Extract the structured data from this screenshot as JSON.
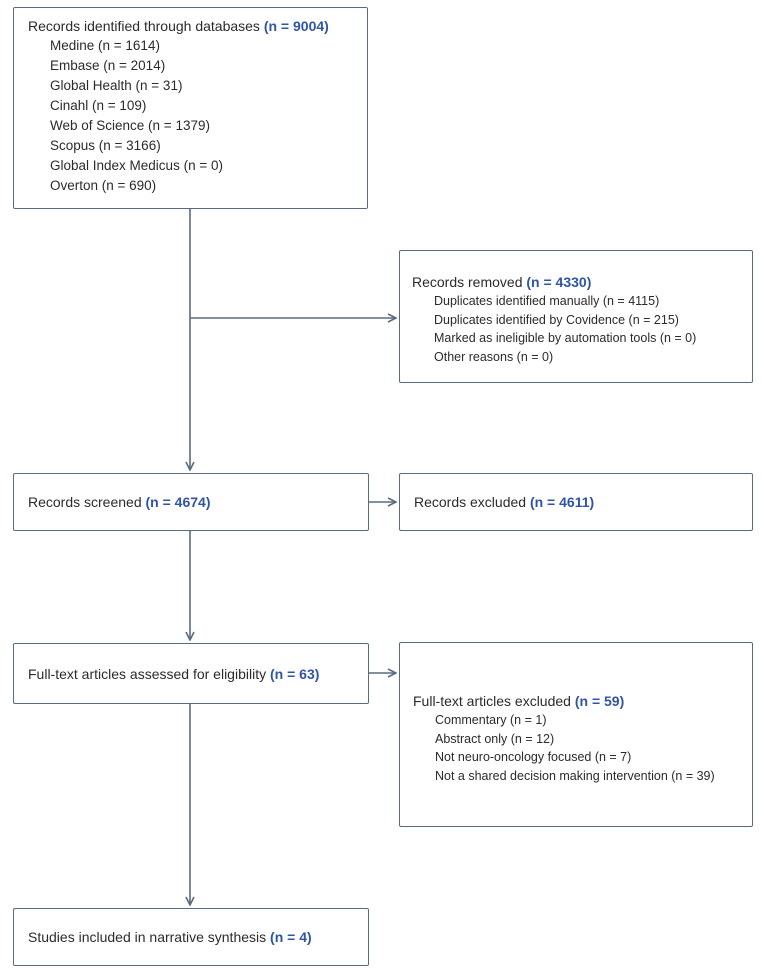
{
  "identification": {
    "title": "Records identified through databases",
    "count": "(n = 9004)",
    "sources": [
      "Medine (n = 1614)",
      "Embase (n = 2014)",
      "Global Health (n = 31)",
      "Cinahl (n = 109)",
      "Web of Science (n = 1379)",
      "Scopus (n = 3166)",
      "Global Index Medicus (n = 0)",
      "Overton (n = 690)"
    ]
  },
  "removed": {
    "title": "Records removed",
    "count": "(n = 4330)",
    "reasons": [
      "Duplicates identified manually (n = 4115)",
      "Duplicates identified by Covidence (n = 215)",
      "Marked as ineligible by automation tools (n = 0)",
      "Other reasons (n = 0)"
    ]
  },
  "screened": {
    "title": "Records screened",
    "count": "(n = 4674)"
  },
  "excluded": {
    "title": "Records excluded",
    "count": "(n = 4611)"
  },
  "fulltext": {
    "title": "Full-text articles assessed for eligibility",
    "count": "(n = 63)"
  },
  "fulltext_excluded": {
    "title": "Full-text articles excluded",
    "count": "(n = 59)",
    "reasons": [
      "Commentary (n = 1)",
      "Abstract only (n = 12)",
      "Not neuro-oncology focused (n = 7)",
      "Not a shared decision making intervention (n = 39)"
    ]
  },
  "included": {
    "title": "Studies included in narrative synthesis",
    "count": "(n = 4)"
  },
  "colors": {
    "border": "#5a6b80",
    "count": "#2f55a4",
    "text": "#2b2b2b"
  }
}
